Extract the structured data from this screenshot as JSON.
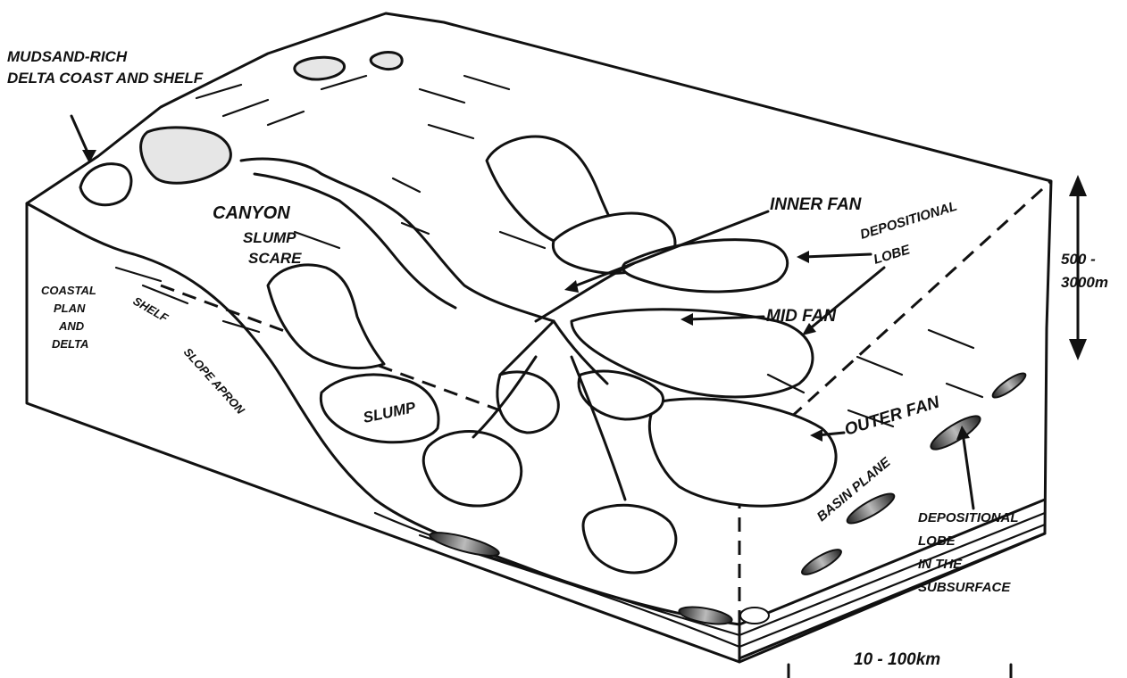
{
  "labels": {
    "coast_title_1": "MUDSAND-RICH",
    "coast_title_2": "DELTA COAST AND SHELF",
    "canyon": "CANYON",
    "slump_scare_1": "SLUMP",
    "slump_scare_2": "SCARE",
    "coastal_1": "COASTAL",
    "coastal_2": "PLAN",
    "coastal_3": "AND",
    "coastal_4": "DELTA",
    "shelf": "SHELF",
    "slope_apron": "SLOPE APRON",
    "slump": "SLUMP",
    "inner_fan": "INNER FAN",
    "depositional_lobe_1": "DEPOSITIONAL",
    "depositional_lobe_2": "LOBE",
    "mid_fan": "MID FAN",
    "outer_fan": "OUTER FAN",
    "basin_plane": "BASIN PLANE",
    "subsurface_1": "DEPOSITIONAL",
    "subsurface_2": "LOBE",
    "subsurface_3": "IN THE",
    "subsurface_4": "SUBSURFACE",
    "depth_1": "500 -",
    "depth_2": "3000m",
    "width_scale": "10 - 100km"
  },
  "colors": {
    "ink": "#111111",
    "shade": "#e6e6e6",
    "lens_dark": "#333333"
  }
}
